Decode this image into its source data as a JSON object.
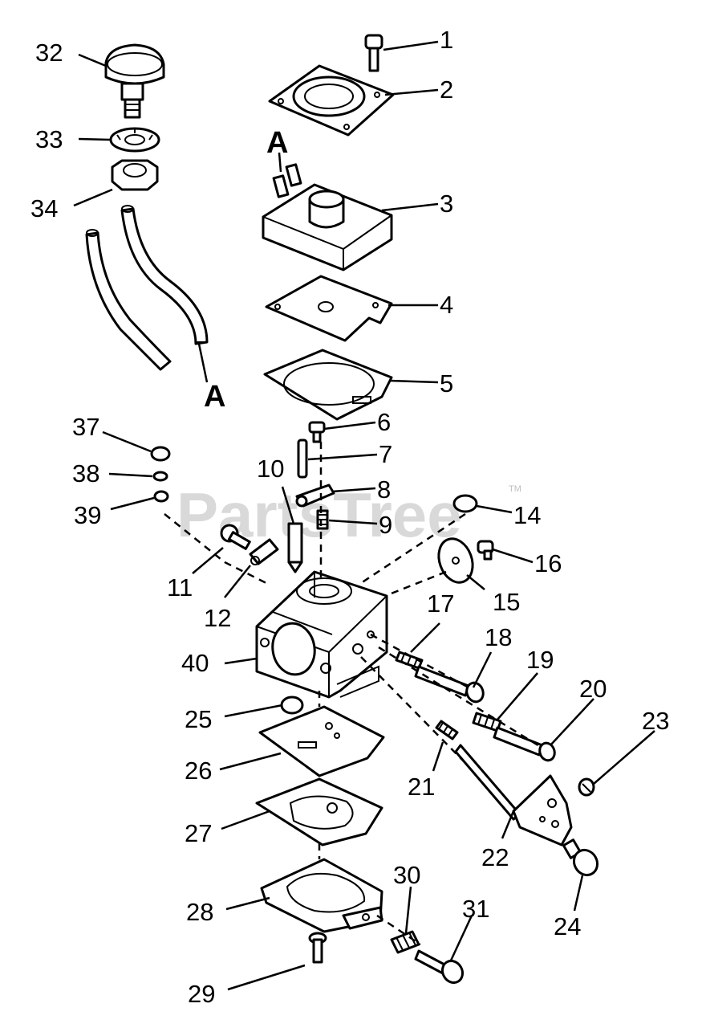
{
  "watermark": {
    "text": "PartsTree",
    "trademark": "TM"
  },
  "connector_letters": [
    "A",
    "A"
  ],
  "labels": {
    "p1": "1",
    "p2": "2",
    "p3": "3",
    "p4": "4",
    "p5": "5",
    "p6": "6",
    "p7": "7",
    "p8": "8",
    "p9": "9",
    "p10": "10",
    "p11": "11",
    "p12": "12",
    "p14": "14",
    "p15": "15",
    "p16": "16",
    "p17": "17",
    "p18": "18",
    "p19": "19",
    "p20": "20",
    "p21": "21",
    "p22": "22",
    "p23": "23",
    "p24": "24",
    "p25": "25",
    "p26": "26",
    "p27": "27",
    "p28": "28",
    "p29": "29",
    "p30": "30",
    "p31": "31",
    "p32": "32",
    "p33": "33",
    "p34": "34",
    "p37": "37",
    "p38": "38",
    "p39": "39",
    "p40": "40"
  }
}
